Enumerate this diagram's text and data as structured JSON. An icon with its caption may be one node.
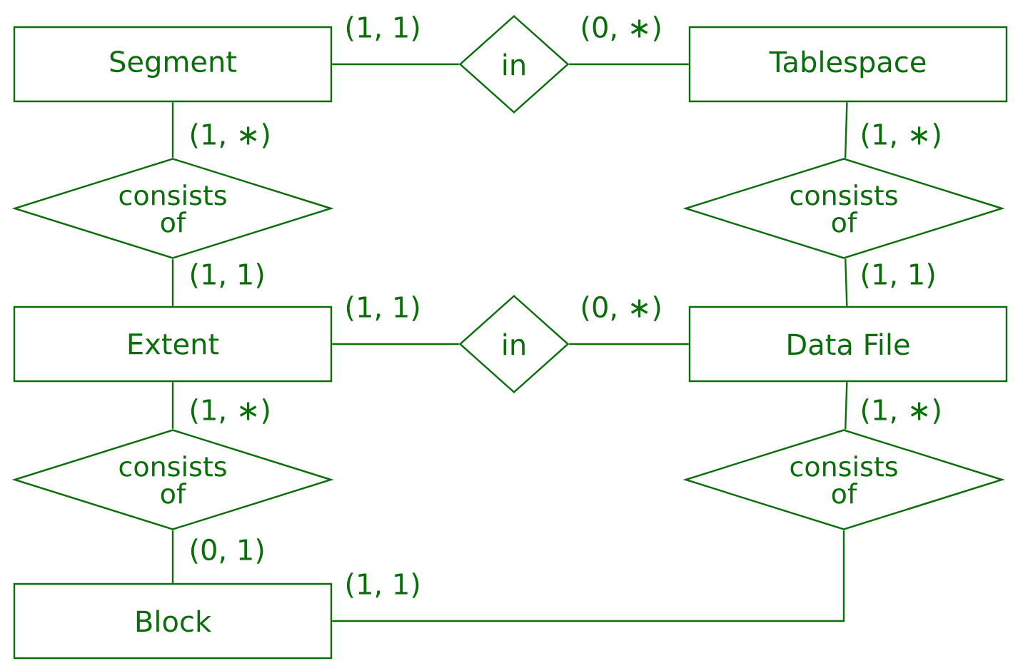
{
  "diagram": {
    "nodes": [
      {
        "text": [
          "Segment"
        ]
      },
      {
        "text": [
          "in"
        ]
      },
      {
        "text": [
          "Tablespace"
        ]
      },
      {
        "text": [
          "consists of"
        ]
      },
      {
        "text": [
          "consists of"
        ]
      },
      {
        "text": [
          "Extent"
        ]
      },
      {
        "text": [
          "in"
        ]
      },
      {
        "text": [
          "Data File"
        ]
      },
      {
        "text": [
          "consists of"
        ]
      },
      {
        "text": [
          "consists of"
        ]
      },
      {
        "text": [
          "Block"
        ]
      }
    ],
    "edges": [
      {
        "from": 0,
        "to": 1,
        "arrow": "none",
        "label": "(1, 1)"
      },
      {
        "from": 1,
        "to": 2,
        "arrow": "none",
        "label": "(0, ∗)"
      },
      {
        "from": 0,
        "to": 3,
        "arrow": "none",
        "label": "(1, ∗)"
      },
      {
        "from": 3,
        "to": 5,
        "arrow": "none",
        "label": "(1, 1)"
      },
      {
        "from": 2,
        "to": 4,
        "arrow": "none",
        "label": "(1, ∗)"
      },
      {
        "from": 4,
        "to": 7,
        "arrow": "none",
        "label": "(1, 1)"
      },
      {
        "from": 5,
        "to": 6,
        "arrow": "none",
        "label": "(1, 1)"
      },
      {
        "from": 6,
        "to": 7,
        "arrow": "none",
        "label": "(0, ∗)"
      },
      {
        "from": 5,
        "to": 8,
        "arrow": "none",
        "label": "(1, ∗)"
      },
      {
        "from": 8,
        "to": 10,
        "arrow": "none",
        "label": "(0, 1)"
      },
      {
        "from": 7,
        "to": 9,
        "arrow": "none",
        "label": "(1, ∗)"
      },
      {
        "from": 9,
        "to": 10,
        "arrow": "none",
        "label": "(1, 1)"
      }
    ]
  }
}
